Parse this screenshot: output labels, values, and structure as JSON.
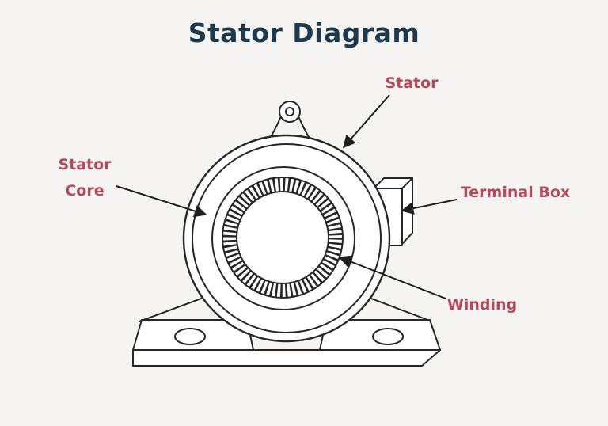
{
  "title": "Stator Diagram",
  "labels": {
    "stator": "Stator",
    "stator_core": "Stator Core",
    "terminal_box": "Terminal Box",
    "winding": "Winding"
  },
  "colors": {
    "background": "#f5f4f2",
    "title": "#1c3a4d",
    "label": "#b4495a",
    "line_art": "#262626",
    "arrow": "#1f1f1f"
  }
}
